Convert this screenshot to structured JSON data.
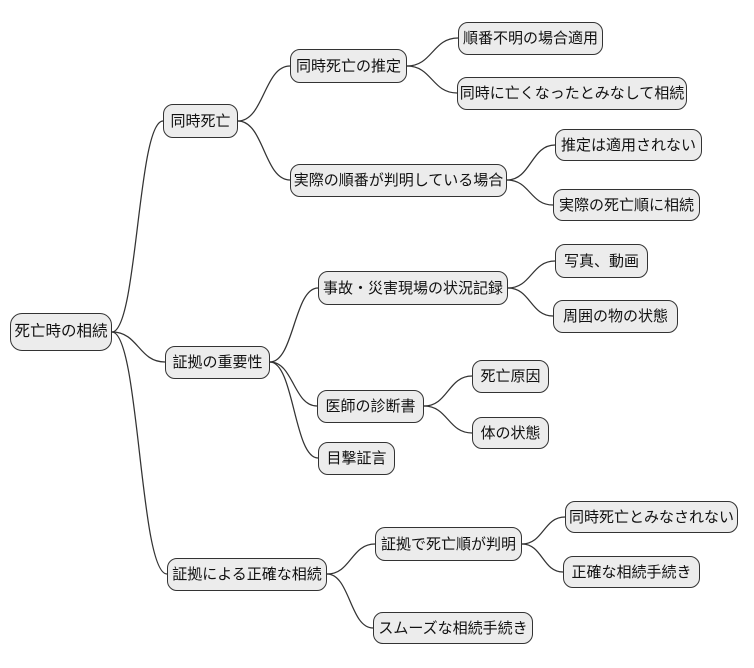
{
  "diagram": {
    "type": "mindmap",
    "background": "#ffffff",
    "node_fill": "#ececec",
    "node_border": "#333333",
    "edge_color": "#333333",
    "text_color": "#111111",
    "nodes": [
      {
        "id": "root",
        "parent": null,
        "label": "死亡時の相続"
      },
      {
        "id": "doji-shibo",
        "parent": "root",
        "label": "同時死亡"
      },
      {
        "id": "suitei",
        "parent": "doji-shibo",
        "label": "同時死亡の推定"
      },
      {
        "id": "junban-fumei",
        "parent": "suitei",
        "label": "順番不明の場合適用"
      },
      {
        "id": "minashite-sozoku",
        "parent": "suitei",
        "label": "同時に亡くなったとみなして相続"
      },
      {
        "id": "jissai-junban",
        "parent": "doji-shibo",
        "label": "実際の順番が判明している場合"
      },
      {
        "id": "suitei-tekiyo-sarenai",
        "parent": "jissai-junban",
        "label": "推定は適用されない"
      },
      {
        "id": "jissai-shibo-jun",
        "parent": "jissai-junban",
        "label": "実際の死亡順に相続"
      },
      {
        "id": "shoko-juyosei",
        "parent": "root",
        "label": "証拠の重要性"
      },
      {
        "id": "genba-kiroku",
        "parent": "shoko-juyosei",
        "label": "事故・災害現場の状況記録"
      },
      {
        "id": "shashin-doga",
        "parent": "genba-kiroku",
        "label": "写真、動画"
      },
      {
        "id": "shui-no-mono",
        "parent": "genba-kiroku",
        "label": "周囲の物の状態"
      },
      {
        "id": "shindansho",
        "parent": "shoko-juyosei",
        "label": "医師の診断書"
      },
      {
        "id": "shibo-genin",
        "parent": "shindansho",
        "label": "死亡原因"
      },
      {
        "id": "karada-no-jotai",
        "parent": "shindansho",
        "label": "体の状態"
      },
      {
        "id": "mokugeki-shogen",
        "parent": "shoko-juyosei",
        "label": "目撃証言"
      },
      {
        "id": "seikaku-sozoku",
        "parent": "root",
        "label": "証拠による正確な相続"
      },
      {
        "id": "shoko-de-hanmei",
        "parent": "seikaku-sozoku",
        "label": "証拠で死亡順が判明"
      },
      {
        "id": "minasarenai",
        "parent": "shoko-de-hanmei",
        "label": "同時死亡とみなされない"
      },
      {
        "id": "seikaku-tetsuzuki",
        "parent": "shoko-de-hanmei",
        "label": "正確な相続手続き"
      },
      {
        "id": "smooth-tetsuzuki",
        "parent": "seikaku-sozoku",
        "label": "スムーズな相続手続き"
      }
    ]
  }
}
